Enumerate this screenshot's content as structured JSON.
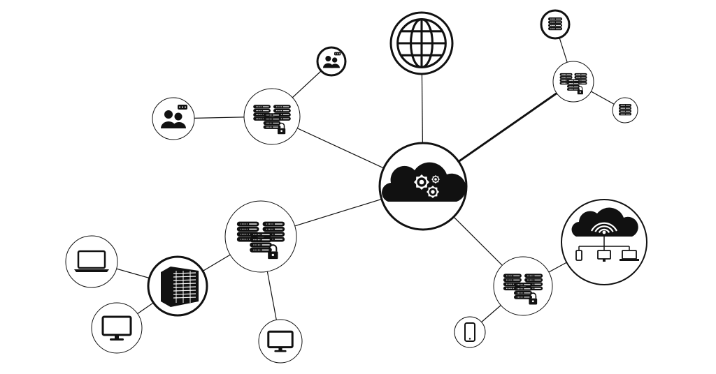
{
  "diagram": {
    "type": "network-topology",
    "background": "#ffffff",
    "ink": "#111111",
    "nodes": [
      {
        "id": "cloud-hub",
        "icon": "cloud-gears-icon"
      },
      {
        "id": "globe",
        "icon": "globe-icon"
      },
      {
        "id": "storage-top-left",
        "icon": "server-stack-lock-icon"
      },
      {
        "id": "users-small",
        "icon": "users-chat-icon"
      },
      {
        "id": "users-large",
        "icon": "users-chat-icon"
      },
      {
        "id": "storage-top-right",
        "icon": "server-stack-lock-icon"
      },
      {
        "id": "db-top-right-small",
        "icon": "database-icon"
      },
      {
        "id": "db-right-small",
        "icon": "database-icon"
      },
      {
        "id": "storage-mid-left",
        "icon": "server-stack-lock-icon"
      },
      {
        "id": "server-rack",
        "icon": "server-rack-icon"
      },
      {
        "id": "laptop-left",
        "icon": "laptop-icon"
      },
      {
        "id": "monitor-left",
        "icon": "monitor-icon"
      },
      {
        "id": "monitor-bottom",
        "icon": "monitor-icon"
      },
      {
        "id": "storage-bottom-right",
        "icon": "server-stack-lock-icon"
      },
      {
        "id": "phone",
        "icon": "smartphone-icon"
      },
      {
        "id": "wifi-cloud-devices",
        "icon": "wifi-cloud-devices-icon"
      }
    ],
    "links": [
      {
        "from": "cloud-hub",
        "to": "globe"
      },
      {
        "from": "cloud-hub",
        "to": "storage-top-left"
      },
      {
        "from": "cloud-hub",
        "to": "storage-top-right",
        "emphasis": true
      },
      {
        "from": "cloud-hub",
        "to": "storage-mid-left"
      },
      {
        "from": "cloud-hub",
        "to": "storage-bottom-right"
      },
      {
        "from": "storage-top-left",
        "to": "users-small"
      },
      {
        "from": "storage-top-left",
        "to": "users-large"
      },
      {
        "from": "storage-top-right",
        "to": "db-top-right-small"
      },
      {
        "from": "storage-top-right",
        "to": "db-right-small"
      },
      {
        "from": "storage-mid-left",
        "to": "server-rack"
      },
      {
        "from": "storage-mid-left",
        "to": "monitor-bottom"
      },
      {
        "from": "server-rack",
        "to": "laptop-left"
      },
      {
        "from": "server-rack",
        "to": "monitor-left"
      },
      {
        "from": "storage-bottom-right",
        "to": "wifi-cloud-devices"
      },
      {
        "from": "storage-bottom-right",
        "to": "phone"
      }
    ]
  }
}
